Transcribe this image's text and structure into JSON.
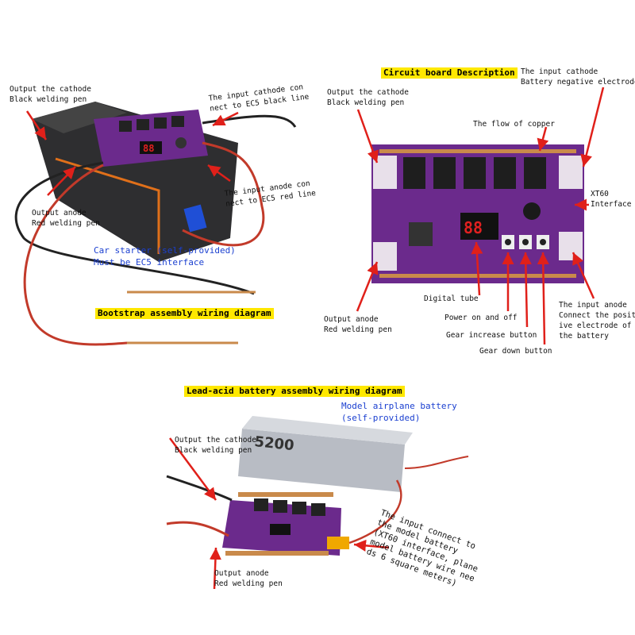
{
  "panel_bootstrap": {
    "title": "Bootstrap assembly wiring diagram",
    "out_cathode": "Output the cathode\nBlack welding pen",
    "in_cathode": "The input cathode con\nnect to EC5 black line",
    "in_anode": "The input anode con\nnect to EC5 red line",
    "out_anode": "Output anode\nRed welding pen",
    "car_starter": "Car starter (self-provided)\nMust be EC5 interface",
    "display_value": "88"
  },
  "panel_board": {
    "title": "Circuit board Description",
    "in_cathode": "The input cathode\nBattery negative electrode",
    "out_cathode": "Output the cathode\nBlack welding pen",
    "copper_flow": "The flow of copper",
    "xt60": "XT60\nInterface",
    "out_anode": "Output anode\nRed welding pen",
    "digital_tube": "Digital tube",
    "power": "Power on and off",
    "gear_up": "Gear increase button",
    "gear_down": "Gear down button",
    "in_anode": "The input anode\nConnect the posit\nive electrode of\nthe battery",
    "display_value": "88"
  },
  "panel_leadacid": {
    "title": "Lead-acid battery assembly wiring diagram",
    "model_battery": "Model airplane battery\n(self-provided)",
    "out_cathode": "Output the cathode\nBlack welding pen",
    "out_anode": "Output anode\nRed welding pen",
    "input_note": "The input connect to\nthe model battery\n(XT60 interface, plane\nmodel battery wire nee\nds 6 square meters)",
    "battery_capacity": "5200"
  },
  "colors": {
    "board_purple": "#6b2a8c",
    "title_highlight": "#ffe800",
    "label_blue": "#1a3fd0",
    "arrow_red": "#e0201a",
    "copper": "#c98a4b"
  }
}
